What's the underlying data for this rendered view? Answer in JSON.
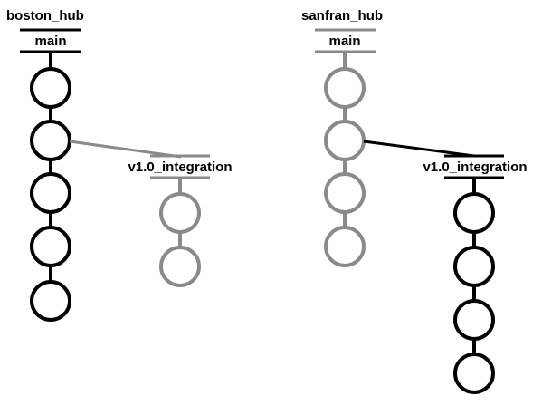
{
  "colors": {
    "active": "#000000",
    "inactive": "#8a8a8a",
    "background": "#ffffff"
  },
  "hubs": [
    {
      "name": "boston_hub",
      "branches": [
        {
          "label": "main",
          "commits": 5,
          "state": "active"
        },
        {
          "label": "v1.0_integration",
          "commits": 2,
          "state": "inactive",
          "branched_from_commit": 2,
          "link_state": "inactive"
        }
      ]
    },
    {
      "name": "sanfran_hub",
      "branches": [
        {
          "label": "main",
          "commits": 4,
          "state": "inactive"
        },
        {
          "label": "v1.0_integration",
          "commits": 4,
          "state": "active",
          "branched_from_commit": 2,
          "link_state": "active"
        }
      ]
    }
  ]
}
